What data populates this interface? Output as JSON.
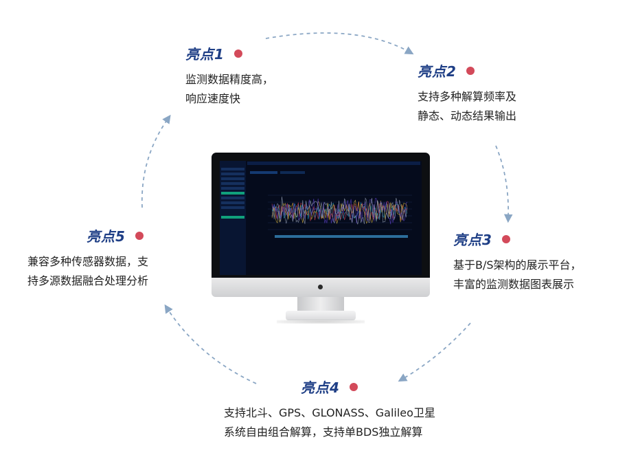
{
  "highlights": [
    {
      "title": "亮点1",
      "lines": [
        "监测数据精度高，",
        "响应速度快"
      ]
    },
    {
      "title": "亮点2",
      "lines": [
        "支持多种解算频率及",
        "静态、动态结果输出"
      ]
    },
    {
      "title": "亮点3",
      "lines": [
        "基于B/S架构的展示平台，",
        "丰富的监测数据图表展示"
      ]
    },
    {
      "title": "亮点4",
      "lines": [
        "支持北斗、GPS、GLONASS、Galileo卫星",
        "系统自由组合解算，支持单BDS独立解算"
      ]
    },
    {
      "title": "亮点5",
      "lines": [
        "兼容多种传感器数据，支",
        "持多源数据融合处理分析"
      ]
    }
  ],
  "colors": {
    "title": "#1f3f86",
    "dot": "#d34a5a",
    "arrow": "#8aa6c4",
    "screen_bg": "#050b1c",
    "series": [
      "#1fa3c8",
      "#cc3f4f",
      "#d9b43a",
      "#5d3fc8",
      "#9aa4b8"
    ]
  },
  "monitor": {
    "series_count": 5,
    "icon": "monitor-icon"
  }
}
